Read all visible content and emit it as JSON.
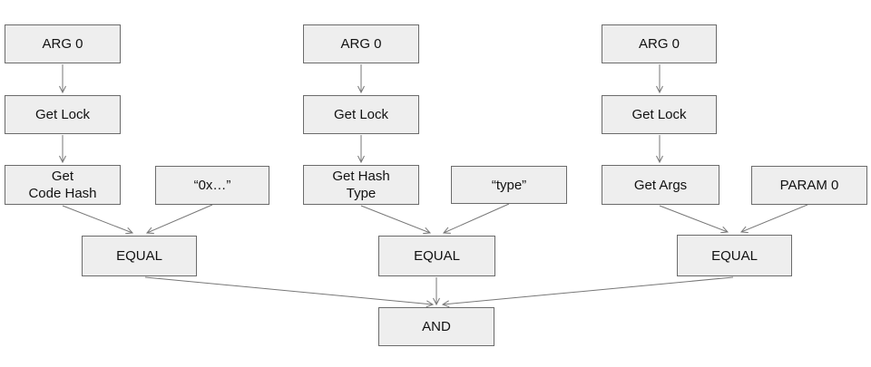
{
  "diagram": {
    "background_color": "#ffffff",
    "node_fill_color": "#eeeeee",
    "node_border_color": "#6b6b6b",
    "edge_color": "#777777",
    "text_color": "#111111",
    "nodes": [
      {
        "id": "arg0-1",
        "label": "ARG 0"
      },
      {
        "id": "get-lock-1",
        "label": "Get Lock"
      },
      {
        "id": "get-code-hash",
        "label": "Get\nCode Hash"
      },
      {
        "id": "hex-literal",
        "label": "“0x…”"
      },
      {
        "id": "equal-1",
        "label": "EQUAL"
      },
      {
        "id": "arg0-2",
        "label": "ARG 0"
      },
      {
        "id": "get-lock-2",
        "label": "Get Lock"
      },
      {
        "id": "get-hash-type",
        "label": "Get Hash\nType"
      },
      {
        "id": "type-literal",
        "label": "“type”"
      },
      {
        "id": "equal-2",
        "label": "EQUAL"
      },
      {
        "id": "arg0-3",
        "label": "ARG 0"
      },
      {
        "id": "get-lock-3",
        "label": "Get Lock"
      },
      {
        "id": "get-args",
        "label": "Get Args"
      },
      {
        "id": "param0",
        "label": "PARAM 0"
      },
      {
        "id": "equal-3",
        "label": "EQUAL"
      },
      {
        "id": "and",
        "label": "AND"
      }
    ],
    "edges": [
      {
        "from": "arg0-1",
        "to": "get-lock-1"
      },
      {
        "from": "get-lock-1",
        "to": "get-code-hash"
      },
      {
        "from": "get-code-hash",
        "to": "equal-1"
      },
      {
        "from": "hex-literal",
        "to": "equal-1"
      },
      {
        "from": "arg0-2",
        "to": "get-lock-2"
      },
      {
        "from": "get-lock-2",
        "to": "get-hash-type"
      },
      {
        "from": "get-hash-type",
        "to": "equal-2"
      },
      {
        "from": "type-literal",
        "to": "equal-2"
      },
      {
        "from": "arg0-3",
        "to": "get-lock-3"
      },
      {
        "from": "get-lock-3",
        "to": "get-args"
      },
      {
        "from": "get-args",
        "to": "equal-3"
      },
      {
        "from": "param0",
        "to": "equal-3"
      },
      {
        "from": "equal-1",
        "to": "and"
      },
      {
        "from": "equal-2",
        "to": "and"
      },
      {
        "from": "equal-3",
        "to": "and"
      }
    ]
  }
}
